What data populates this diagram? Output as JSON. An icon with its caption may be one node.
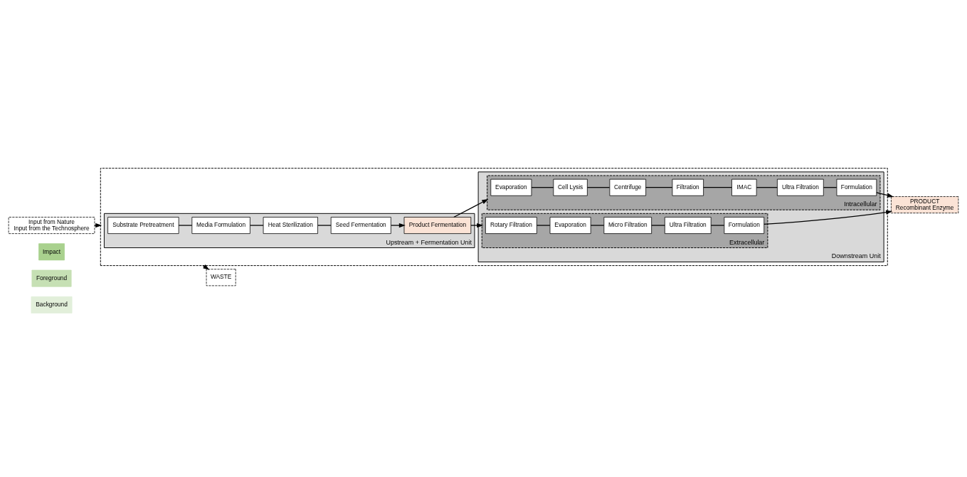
{
  "diagram": {
    "nodes": [
      {
        "text": [
          "Background"
        ]
      },
      {
        "text": [
          "Foreground"
        ]
      },
      {
        "text": [
          "Impact"
        ]
      },
      {
        "text": [
          "Input from Nature",
          "Input from the Technosphere"
        ]
      },
      {
        "text": [],
        "shape": "box"
      },
      {
        "text": [
          "Upstream + Fermentation Unit"
        ],
        "in": 4
      },
      {
        "text": [
          "Substrate Pretreatment"
        ],
        "in": 5
      },
      {
        "text": [
          "Media Formulation"
        ],
        "in": 5
      },
      {
        "text": [
          "Heat Sterilization"
        ],
        "in": 5
      },
      {
        "text": [
          "Seed Fermentation"
        ],
        "in": 5
      },
      {
        "text": [
          "Product Fermentation"
        ],
        "in": 5
      },
      {
        "text": [
          "Downstream Unit"
        ],
        "in": 4
      },
      {
        "text": [
          "Intracellular"
        ],
        "in": 11
      },
      {
        "text": [
          "Evaporation"
        ],
        "in": 12
      },
      {
        "text": [
          "Cell Lysis"
        ],
        "in": 12
      },
      {
        "text": [
          "Centrifuge"
        ],
        "in": 12
      },
      {
        "text": [
          "Filtration"
        ],
        "in": 12
      },
      {
        "text": [
          "IMAC"
        ],
        "in": 12
      },
      {
        "text": [
          "Ultra Filtration"
        ],
        "in": 12
      },
      {
        "text": [
          "Formulation"
        ],
        "in": 12
      },
      {
        "text": [
          "Extracellular"
        ],
        "in": 11
      },
      {
        "text": [
          "Rotary Filtration"
        ],
        "in": 20
      },
      {
        "text": [
          "Evaporation"
        ],
        "in": 20
      },
      {
        "text": [
          "Micro Filtration"
        ],
        "in": 20
      },
      {
        "text": [
          "Ultra Filtration"
        ],
        "in": 20
      },
      {
        "text": [
          "Formulation"
        ],
        "in": 20
      },
      {
        "text": [
          "WASTE"
        ]
      },
      {
        "text": [
          "PRODUCT",
          "Recombinant Enzyme"
        ]
      }
    ],
    "edges": [
      {
        "from": 3,
        "to": 4,
        "arrow": "to"
      },
      {
        "from": 4,
        "to": 26,
        "arrow": "to"
      },
      {
        "from": 6,
        "to": 7,
        "arrow": "none"
      },
      {
        "from": 7,
        "to": 8,
        "arrow": "none"
      },
      {
        "from": 8,
        "to": 9,
        "arrow": "none"
      },
      {
        "from": 9,
        "to": 10,
        "arrow": "to"
      },
      {
        "from": 10,
        "to": 12,
        "arrow": "to"
      },
      {
        "from": 10,
        "to": 20,
        "arrow": "to"
      },
      {
        "from": 13,
        "to": 14,
        "arrow": "none"
      },
      {
        "from": 14,
        "to": 15,
        "arrow": "none"
      },
      {
        "from": 15,
        "to": 16,
        "arrow": "none"
      },
      {
        "from": 16,
        "to": 17,
        "arrow": "none"
      },
      {
        "from": 17,
        "to": 18,
        "arrow": "none"
      },
      {
        "from": 18,
        "to": 19,
        "arrow": "none"
      },
      {
        "from": 19,
        "to": 27,
        "arrow": "to"
      },
      {
        "from": 21,
        "to": 22,
        "arrow": "none"
      },
      {
        "from": 22,
        "to": 23,
        "arrow": "none"
      },
      {
        "from": 23,
        "to": 24,
        "arrow": "none"
      },
      {
        "from": 24,
        "to": 25,
        "arrow": "none"
      },
      {
        "from": 25,
        "to": 27,
        "arrow": "to"
      }
    ]
  }
}
